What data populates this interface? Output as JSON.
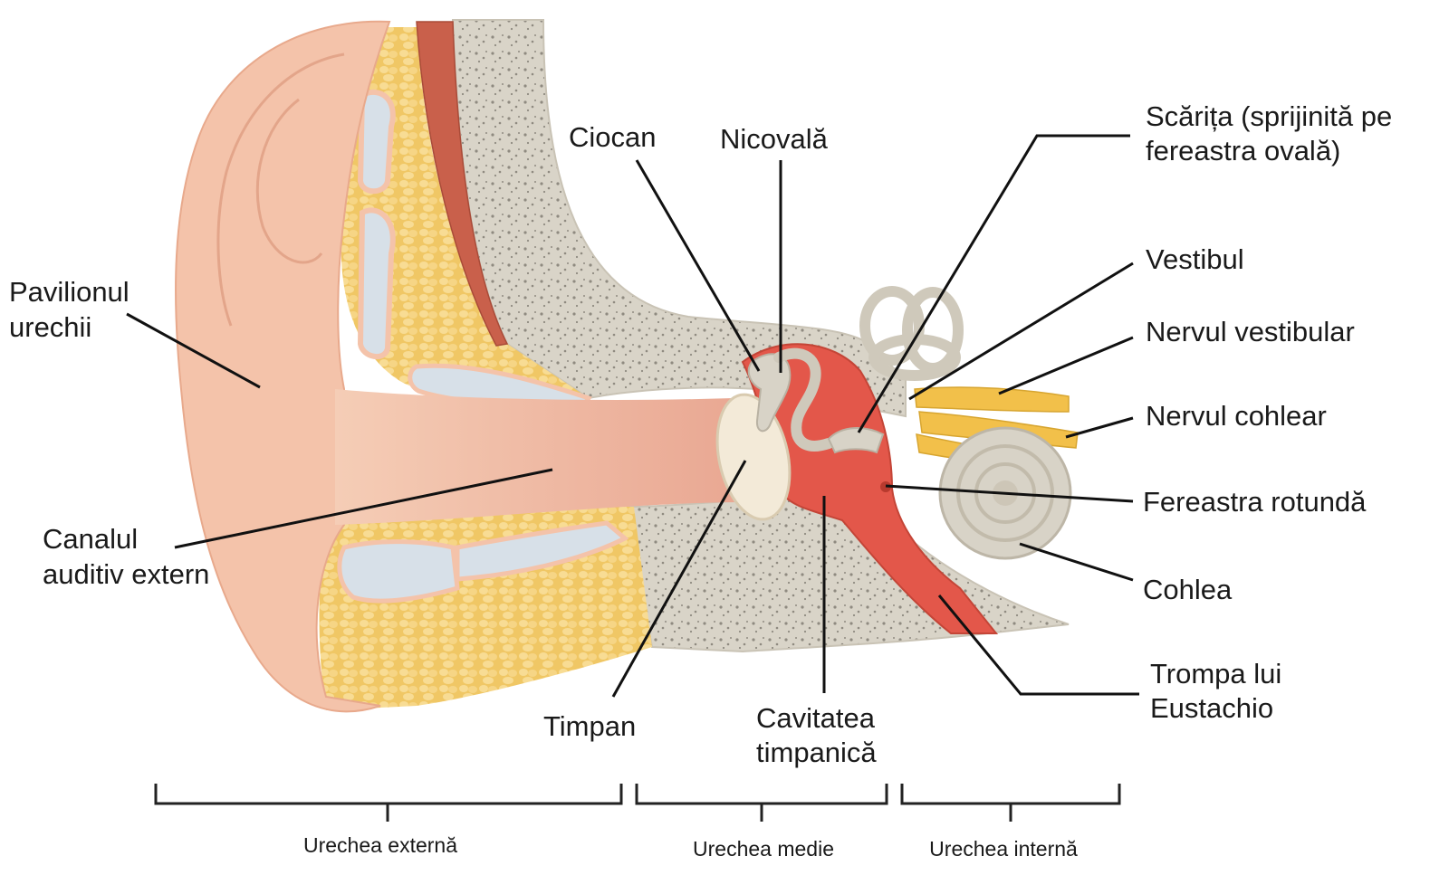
{
  "labels": {
    "pavilion_l1": "Pavilionul",
    "pavilion_l2": "urechii",
    "canal_l1": "Canalul",
    "canal_l2": "auditiv extern",
    "ciocan": "Ciocan",
    "nicovala": "Nicovală",
    "scarita_l1": "Scărița (sprijinită pe",
    "scarita_l2": "fereastra ovală)",
    "vestibul": "Vestibul",
    "nerv_vestibular": "Nervul vestibular",
    "nerv_cohlear": "Nervul cohlear",
    "fereastra_rotunda": "Fereastra rotundă",
    "cohlea": "Cohlea",
    "trompa_l1": "Trompa lui",
    "trompa_l2": "Eustachio",
    "timpan": "Timpan",
    "cavitatea_l1": "Cavitatea",
    "cavitatea_l2": "timpanică"
  },
  "sections": {
    "externa": "Urechea externă",
    "medie": "Urechea medie",
    "interna": "Urechea internă"
  },
  "colors": {
    "skin": "#f4c3aa",
    "skin_dark": "#e8a98c",
    "fat": "#f3cf7d",
    "cartilage": "#d7e0e8",
    "bone": "#d8d3c7",
    "tympanic_cavity": "#e3574a",
    "muscle": "#c9604b",
    "nerve": "#f2c04a",
    "membrane": "#f3ead8"
  }
}
